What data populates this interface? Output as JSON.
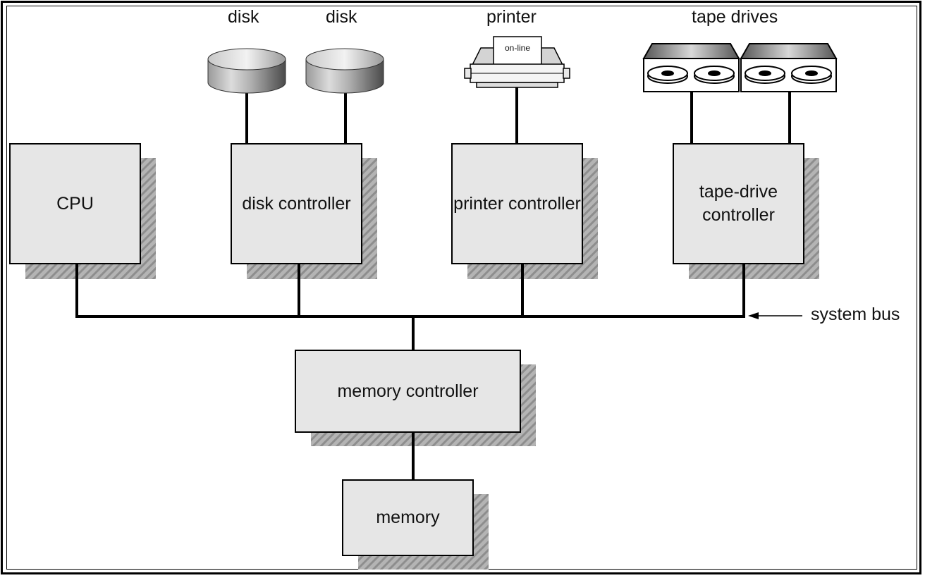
{
  "devices": {
    "disk1": "disk",
    "disk2": "disk",
    "printer": "printer",
    "printer_status": "on-line",
    "tapes": "tape drives"
  },
  "boxes": {
    "cpu": "CPU",
    "disk_controller": [
      "disk",
      "controller"
    ],
    "printer_controller": [
      "printer",
      "controller"
    ],
    "tape_controller": [
      "tape-drive",
      "controller"
    ],
    "memory_controller": "memory controller",
    "memory": "memory"
  },
  "bus_label": "system bus",
  "colors": {
    "box_fill": "#e6e6e6",
    "shadow": "#a6a6a6",
    "line": "#000000"
  }
}
